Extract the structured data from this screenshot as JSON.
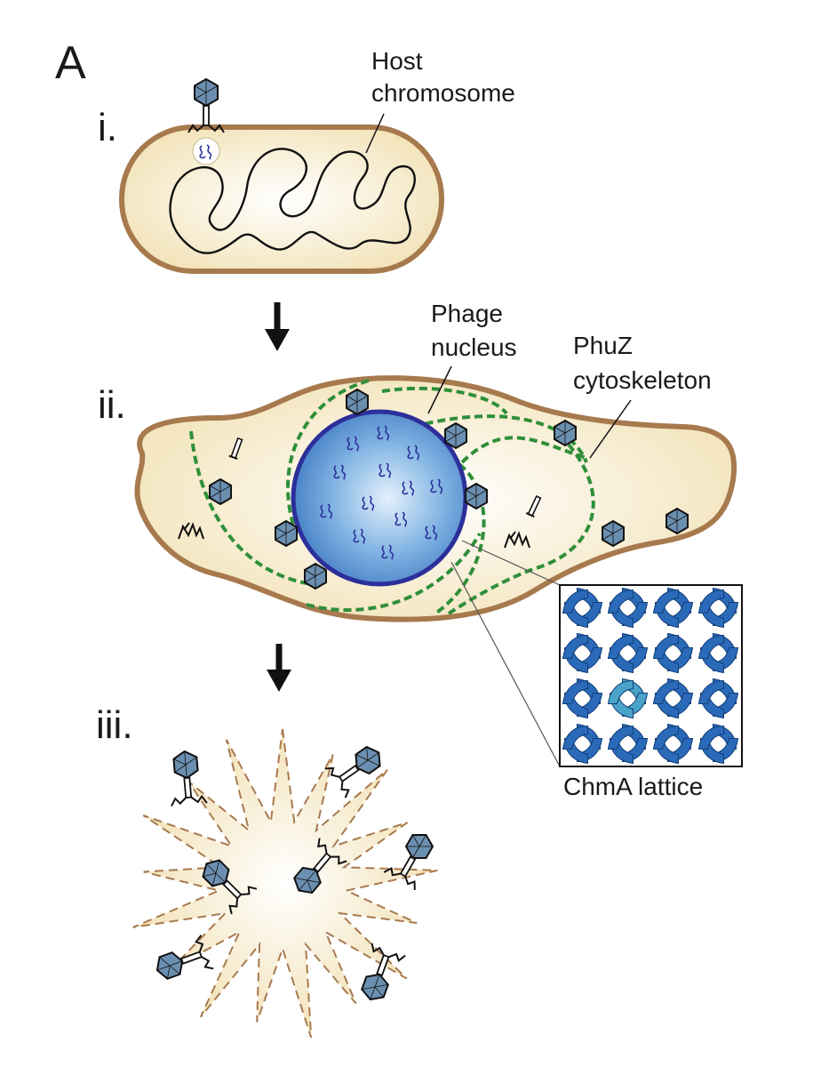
{
  "figure": {
    "panel_letter": "A",
    "stages": [
      "i.",
      "ii.",
      "iii."
    ]
  },
  "labels": {
    "host_chromosome": [
      "Host",
      "chromosome"
    ],
    "phage_nucleus": [
      "Phage",
      "nucleus"
    ],
    "phuz_cytoskeleton": [
      "PhuZ",
      "cytoskeleton"
    ],
    "chma_lattice": "ChmA lattice"
  },
  "colors": {
    "cell_fill": "#f6e9c4",
    "cell_outline": "#a77a4e",
    "nucleus_fill": "#6fa6db",
    "nucleus_outline": "#2c2f9a",
    "cytoskeleton": "#2f8f3a",
    "lattice_unit": "#2a6ab8",
    "lattice_highlight": "#4aa3c8",
    "phage_head": "#6b8fb0"
  },
  "icons": [
    "phage-icon",
    "dna-icon",
    "down-arrow-icon"
  ]
}
